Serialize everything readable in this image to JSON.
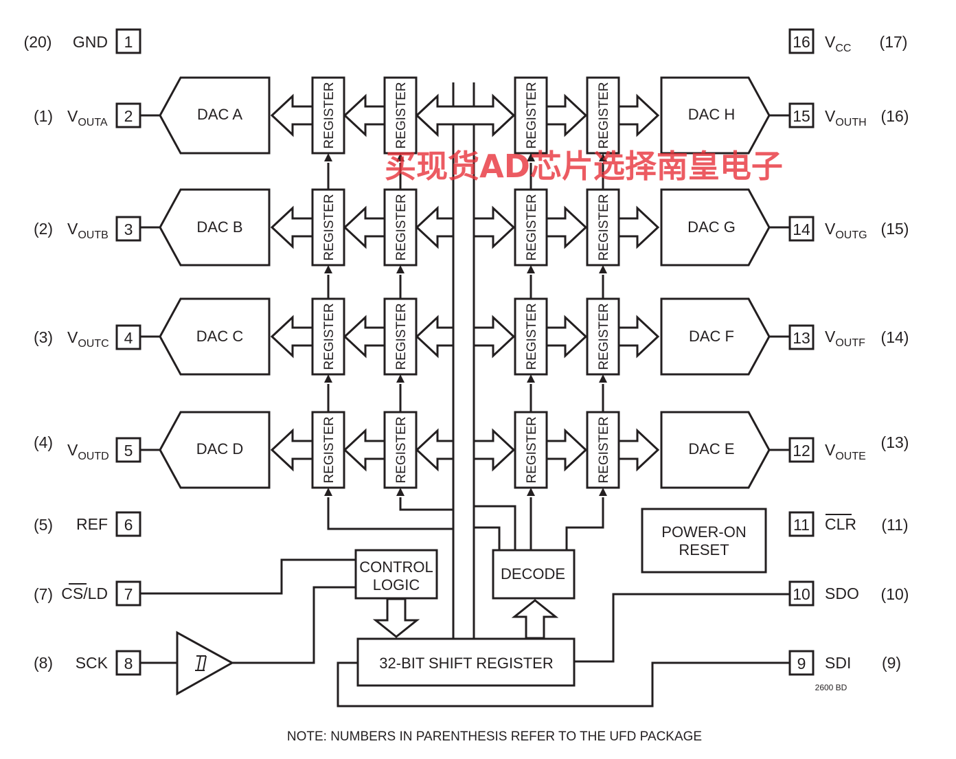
{
  "pins_left": [
    {
      "num": "1",
      "name": "GND",
      "ufd": "(20)"
    },
    {
      "num": "2",
      "name_main": "V",
      "name_sub": "OUTA",
      "ufd": "(1)"
    },
    {
      "num": "3",
      "name_main": "V",
      "name_sub": "OUTB",
      "ufd": "(2)"
    },
    {
      "num": "4",
      "name_main": "V",
      "name_sub": "OUTC",
      "ufd": "(3)"
    },
    {
      "num": "5",
      "name_main": "V",
      "name_sub": "OUTD",
      "ufd": "(4)"
    },
    {
      "num": "6",
      "name": "REF",
      "ufd": "(5)"
    },
    {
      "num": "7",
      "name_bar": "CS",
      "name_rest": "/LD",
      "ufd": "(7)"
    },
    {
      "num": "8",
      "name": "SCK",
      "ufd": "(8)"
    }
  ],
  "pins_right": [
    {
      "num": "16",
      "name_main": "V",
      "name_sub": "CC",
      "ufd": "(17)"
    },
    {
      "num": "15",
      "name_main": "V",
      "name_sub": "OUTH",
      "ufd": "(16)"
    },
    {
      "num": "14",
      "name_main": "V",
      "name_sub": "OUTG",
      "ufd": "(15)"
    },
    {
      "num": "13",
      "name_main": "V",
      "name_sub": "OUTF",
      "ufd": "(14)"
    },
    {
      "num": "12",
      "name_main": "V",
      "name_sub": "OUTE",
      "ufd": "(13)"
    },
    {
      "num": "11",
      "name_bar": "CLR",
      "ufd": "(11)"
    },
    {
      "num": "10",
      "name": "SDO",
      "ufd": "(10)"
    },
    {
      "num": "9",
      "name": "SDI",
      "ufd": "(9)"
    }
  ],
  "dacs_left": [
    "DAC A",
    "DAC B",
    "DAC C",
    "DAC D"
  ],
  "dacs_right": [
    "DAC H",
    "DAC G",
    "DAC F",
    "DAC E"
  ],
  "register_label": "REGISTER",
  "control_logic": [
    "CONTROL",
    "LOGIC"
  ],
  "decode": "DECODE",
  "power_on_reset": [
    "POWER-ON",
    "RESET"
  ],
  "shift_register": "32-BIT SHIFT REGISTER",
  "figure_code": "2600 BD",
  "note": "NOTE: NUMBERS IN PARENTHESIS REFER TO THE UFD PACKAGE",
  "watermark": "买现货AD芯片选择南皇电子"
}
